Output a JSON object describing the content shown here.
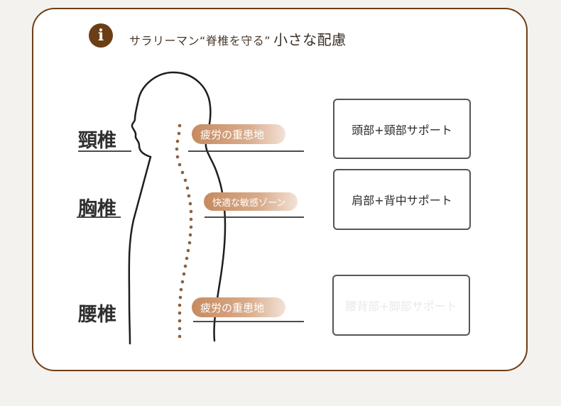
{
  "header": {
    "info_icon": "info-icon",
    "title": "サラリーマン“脊椎を守る”",
    "subtitle": "小さな配慮"
  },
  "regions": {
    "neck": {
      "label": "頸椎",
      "zone": "疲労の重患地"
    },
    "chest": {
      "label": "胸椎",
      "zone": "快適な敏感ゾーン"
    },
    "waist": {
      "label": "腰椎",
      "zone": "疲労の重患地"
    }
  },
  "supports": {
    "head_neck": "頭部+頸部サポート",
    "shoulder_back": "肩部+背中サポート",
    "waist_leg": "腰背部+脚部サポート"
  },
  "colors": {
    "frame": "#6e3d15",
    "icon": "#6b3e16",
    "pill_start": "#c68a5f",
    "spine_dots": "#8a6140"
  }
}
